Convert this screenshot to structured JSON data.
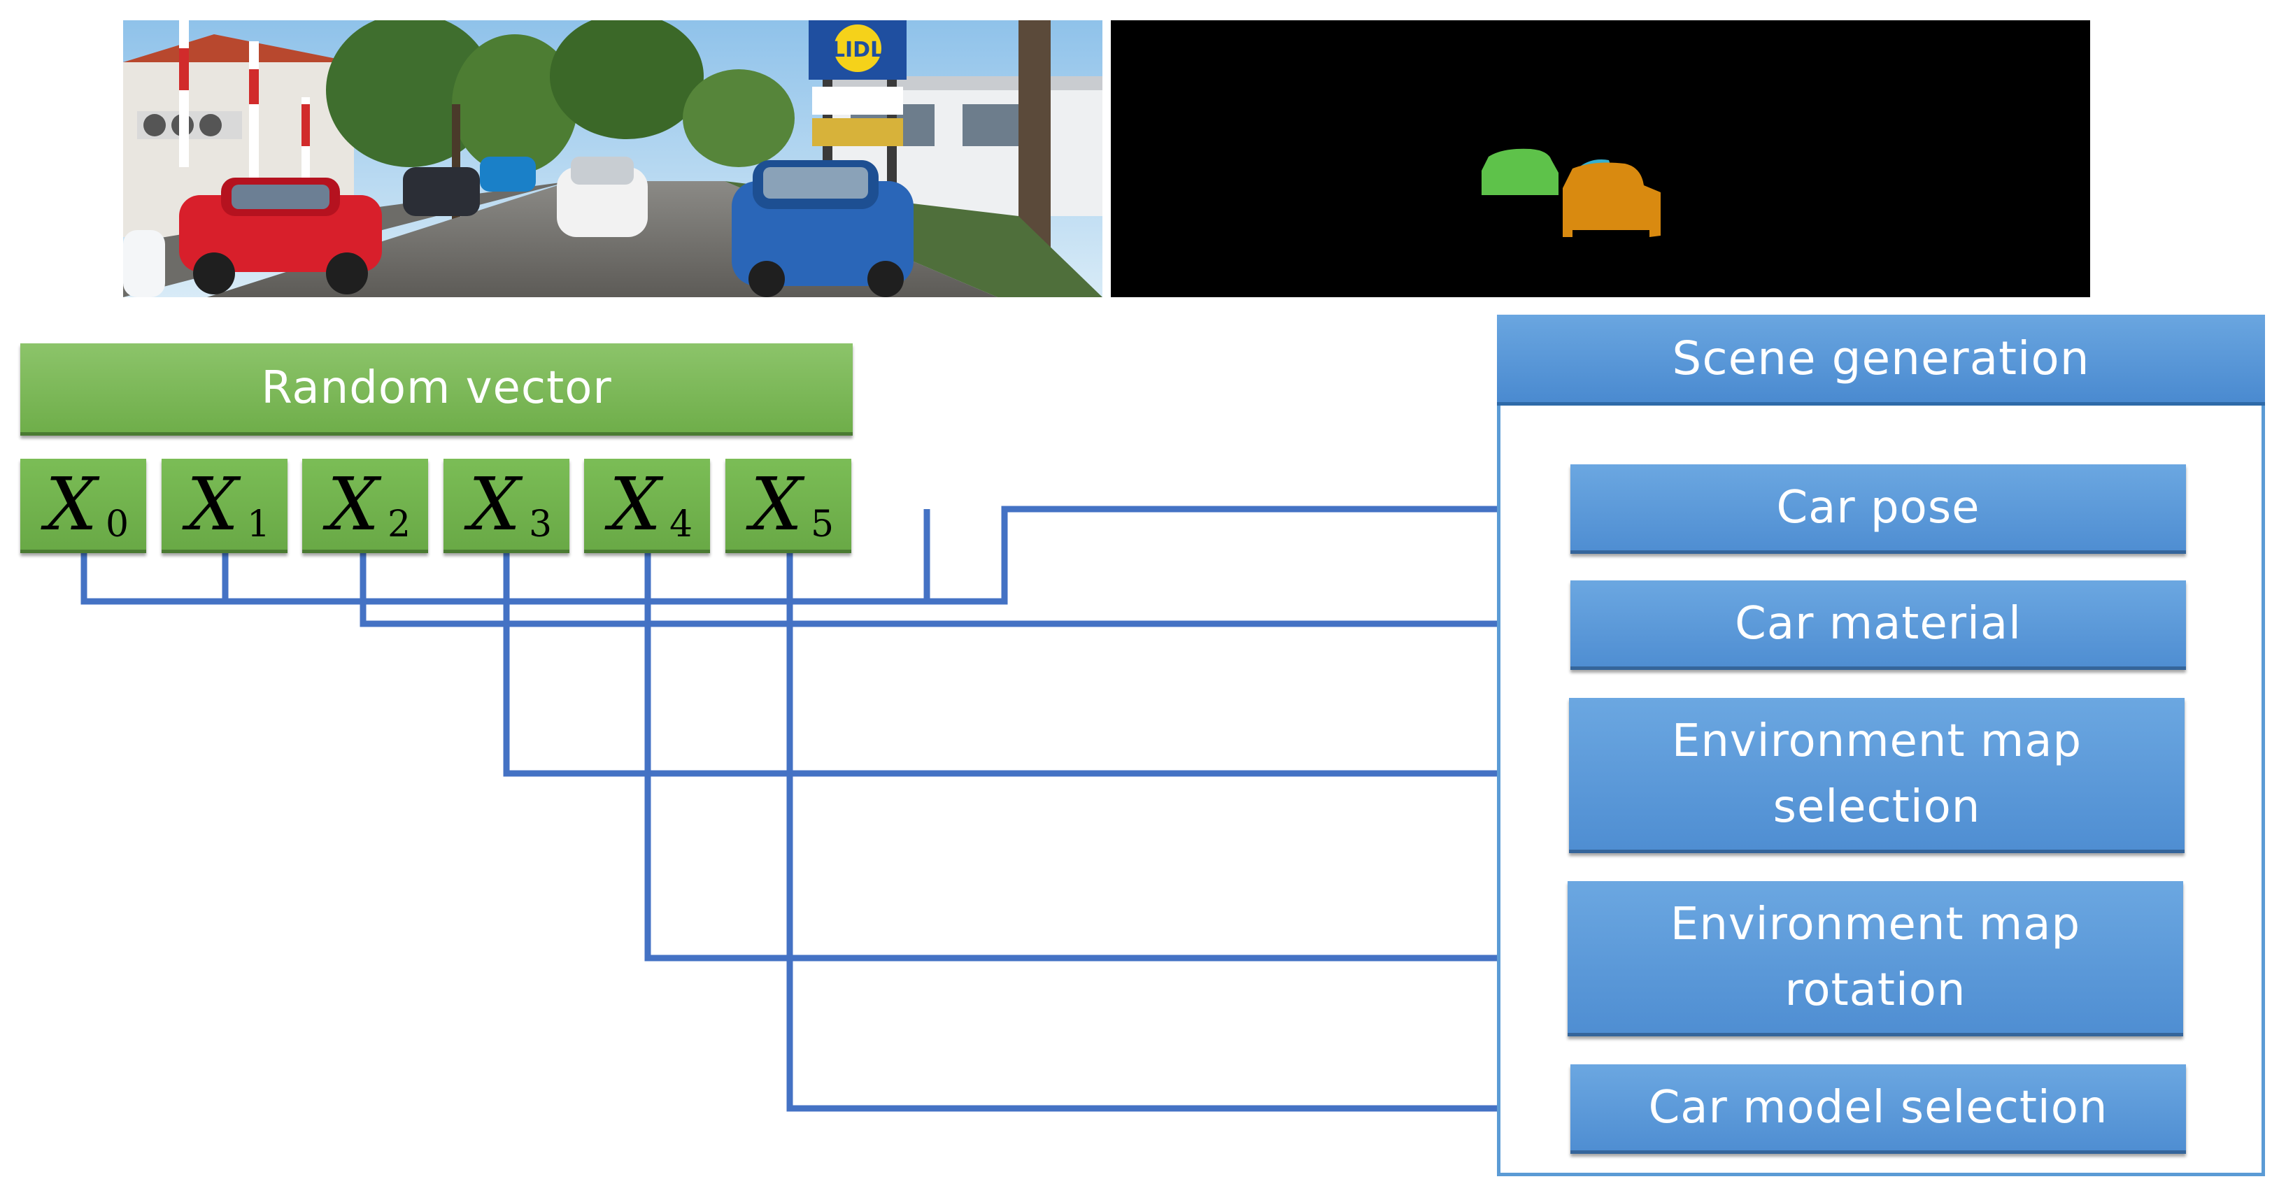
{
  "photos": {
    "street_photo": {
      "shop_sign": "LIDL"
    },
    "segmentation_mask": {
      "mask_colors": [
        "#5ec24a",
        "#d98a10",
        "#35b0d0"
      ]
    }
  },
  "random_vector": {
    "title": "Random vector",
    "variables": [
      {
        "symbol": "X",
        "subscript": "0"
      },
      {
        "symbol": "X",
        "subscript": "1"
      },
      {
        "symbol": "X",
        "subscript": "2"
      },
      {
        "symbol": "X",
        "subscript": "3"
      },
      {
        "symbol": "X",
        "subscript": "4"
      },
      {
        "symbol": "X",
        "subscript": "5"
      }
    ]
  },
  "scene_generation": {
    "title": "Scene generation",
    "components": [
      {
        "label": "Car pose",
        "inputs": [
          "0",
          "1"
        ]
      },
      {
        "label": "Car material",
        "inputs": [
          "2"
        ]
      },
      {
        "label": "Environment map\nselection",
        "inputs": [
          "3"
        ]
      },
      {
        "label": "Environment map\nrotation",
        "inputs": [
          "4"
        ]
      },
      {
        "label": "Car model selection",
        "inputs": [
          "5"
        ]
      }
    ]
  },
  "colors": {
    "variable_green": "#70ad47",
    "scene_blue": "#5b9bd5",
    "connector_blue": "#4472c4"
  }
}
